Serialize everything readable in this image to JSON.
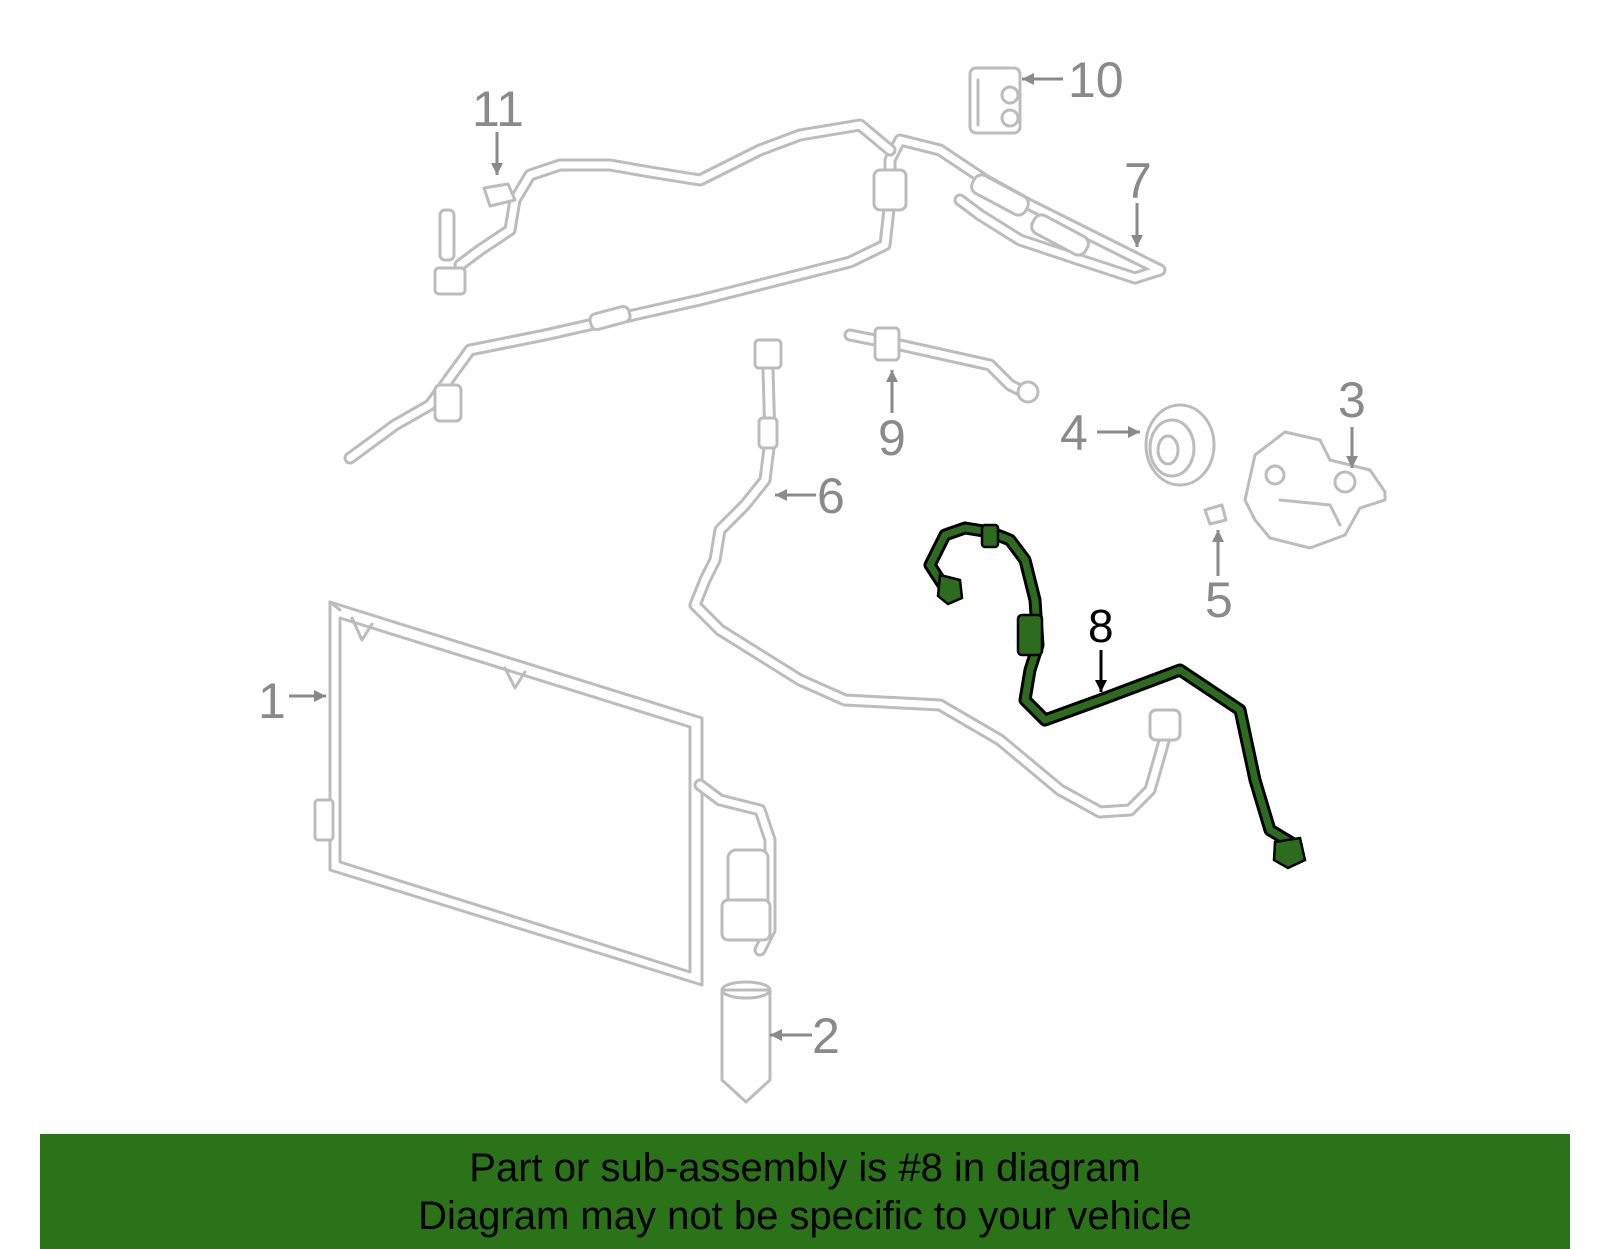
{
  "diagram": {
    "callouts": [
      {
        "id": "1",
        "label": "1"
      },
      {
        "id": "2",
        "label": "2"
      },
      {
        "id": "3",
        "label": "3"
      },
      {
        "id": "4",
        "label": "4"
      },
      {
        "id": "5",
        "label": "5"
      },
      {
        "id": "6",
        "label": "6"
      },
      {
        "id": "7",
        "label": "7"
      },
      {
        "id": "8",
        "label": "8",
        "highlighted": true
      },
      {
        "id": "9",
        "label": "9"
      },
      {
        "id": "10",
        "label": "10"
      },
      {
        "id": "11",
        "label": "11"
      }
    ],
    "highlight_color": "#2d6b1e",
    "line_color": "#bcbcbc"
  },
  "banner": {
    "line1": "Part or sub-assembly is #8 in diagram",
    "line2": "Diagram may not be specific to your vehicle",
    "background": "#2b7318"
  }
}
